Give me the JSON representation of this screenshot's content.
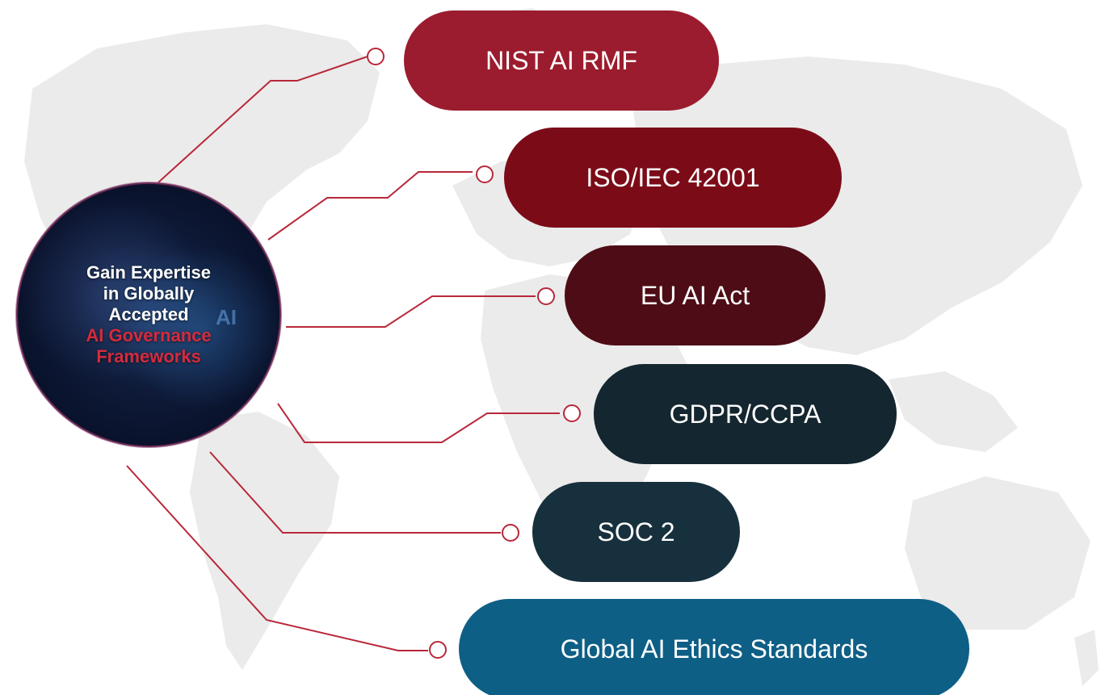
{
  "hub": {
    "lines": [
      {
        "text": "Gain Expertise",
        "accent": false
      },
      {
        "text": "in Globally",
        "accent": false
      },
      {
        "text": "Accepted",
        "accent": false
      },
      {
        "text": "AI Governance",
        "accent": true
      },
      {
        "text": "Frameworks",
        "accent": true
      }
    ],
    "chip_label": "AI",
    "text_color": "#ffffff",
    "accent_color": "#d62a3c"
  },
  "frameworks": [
    {
      "label": "NIST AI RMF",
      "color": "#9b1c2e"
    },
    {
      "label": "ISO/IEC 42001",
      "color": "#7c0b18"
    },
    {
      "label": "EU AI Act",
      "color": "#4e0d16"
    },
    {
      "label": "GDPR/CCPA",
      "color": "#14262f"
    },
    {
      "label": "SOC 2",
      "color": "#17303d"
    },
    {
      "label": "Global AI Ethics Standards",
      "color": "#0e5f86"
    }
  ],
  "connector_color": "#b8283a",
  "background": {
    "map_color": "#ebebeb"
  }
}
